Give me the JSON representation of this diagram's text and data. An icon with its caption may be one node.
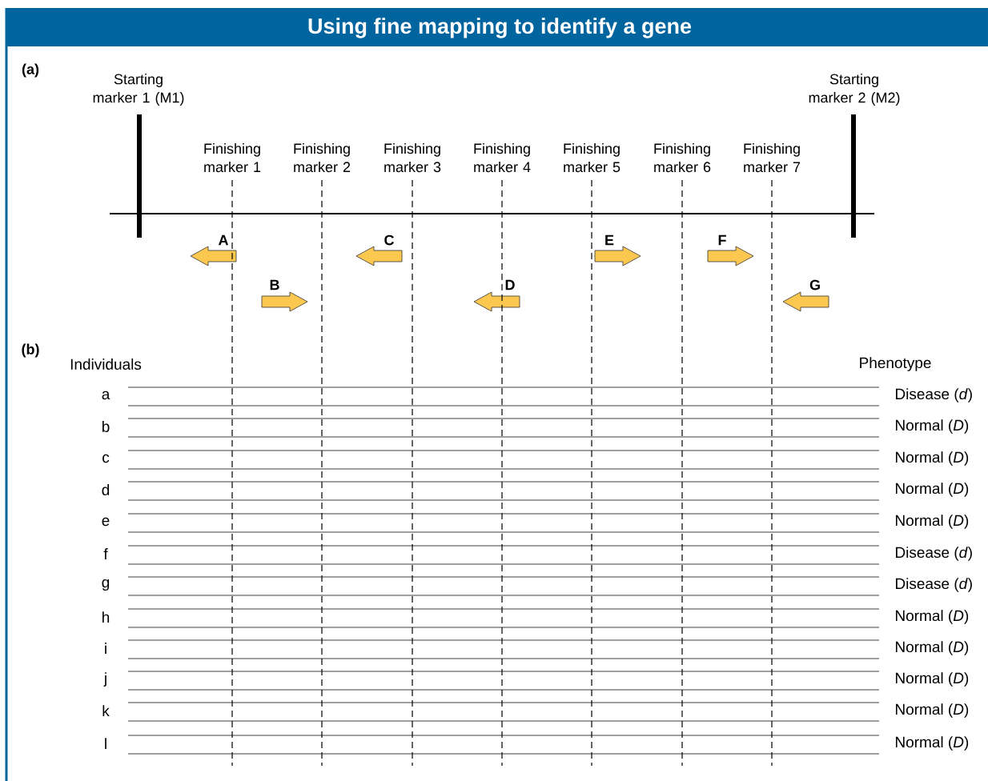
{
  "diagram": {
    "title": "Using fine mapping to identify a gene",
    "labels": [
      "(a)",
      "Starting marker 1 (M1)",
      "Starting marker 2 (M2)",
      "Finishing marker 1",
      "Finishing marker 2",
      "Finishing marker 3",
      "Finishing marker 4",
      "Finishing marker 5",
      "Finishing marker 6",
      "Finishing marker 7",
      "A",
      "C",
      "E",
      "F",
      "B",
      "D",
      "G",
      "(b)",
      "Individuals",
      "Phenotype",
      "a",
      "Disease (*d*)",
      "b",
      "Normal (*D*)",
      "c",
      "Normal (*D*)",
      "d",
      "Normal (*D*)",
      "e",
      "Normal (*D*)",
      "f",
      "Disease (*d*)",
      "g",
      "Disease (*d*)",
      "h",
      "Normal (*D*)",
      "i",
      "Normal (*D*)",
      "j",
      "Normal (*D*)",
      "k",
      "Normal (*D*)",
      "l",
      "Normal (*D*)"
    ]
  }
}
